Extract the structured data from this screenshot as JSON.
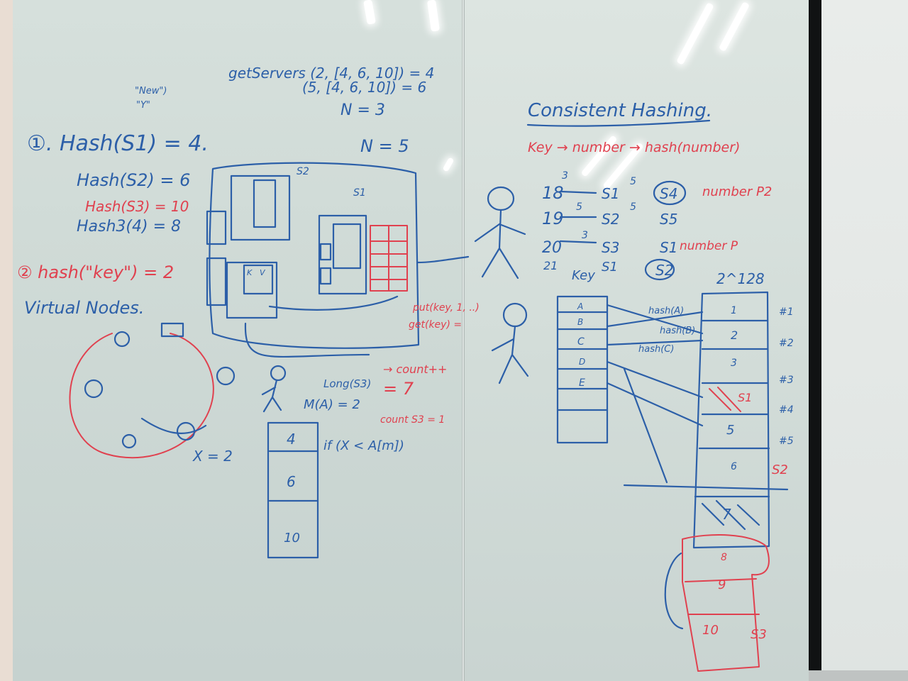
{
  "left_board": {
    "hash_title": "①. Hash(S1) = 4.",
    "quote_new": "\"New\")",
    "quote_y": "\"Y\"",
    "hash_s2": "Hash(S2) = 6",
    "hash_s3": "Hash(S3) = 10",
    "hash_s3_4": "Hash3(4) = 8",
    "line_2": "② hash(\"key\") = 2",
    "virtual_nodes": "Virtual Nodes.",
    "getservers_1": "getServers (2, [4, 6, 10]) = 4",
    "getservers_2": "(5, [4, 6, 10]) = 6",
    "n3": "N = 3",
    "n5": "N = 5",
    "s2_label": "S2",
    "s1_label": "S1",
    "kv_k": "K",
    "kv_v": "V",
    "put_get_1": "put(key, 1, ..)",
    "put_get_2": "get(key) =",
    "count": "→ count++",
    "eq7": "= 7",
    "count_s3": "count S3 = 1",
    "long_s3": "Long(S3)",
    "m_eq": "M(A) = 2",
    "if_x": "if (X < A[m])",
    "array_values": [
      "4",
      "6",
      "10"
    ],
    "x_eq": "X = 2"
  },
  "right_board": {
    "title": "Consistent Hashing.",
    "pipeline": "Key → number → hash(number)",
    "rows": [
      {
        "key": "18",
        "arrow": "3",
        "server": "S1",
        "arrow2": "5",
        "target": "S4"
      },
      {
        "key": "19",
        "arrow": "5",
        "server": "S2",
        "arrow2": "5",
        "target": "S5"
      },
      {
        "key": "20",
        "arrow": "3",
        "server": "S3",
        "arrow2": "",
        "target": "S1"
      },
      {
        "key": "21",
        "arrow": "",
        "server": "S1",
        "arrow2": "",
        "target": "S2"
      }
    ],
    "number_note": "number P2",
    "number_note_2": "number P",
    "key_label": "Key",
    "space_label": "2^128",
    "keys_column": [
      "A",
      "B",
      "C",
      "D",
      "E"
    ],
    "hash_labels": [
      "hash(A)",
      "hash(B)",
      "hash(C)"
    ],
    "slots": [
      "1",
      "2",
      "3",
      "S1",
      "5",
      "6",
      "7",
      "8",
      "9",
      "10"
    ],
    "slot_ids": [
      "#1",
      "#2",
      "#3",
      "#4",
      "#5"
    ],
    "s2_note": "S2",
    "s3_note": "S3"
  }
}
